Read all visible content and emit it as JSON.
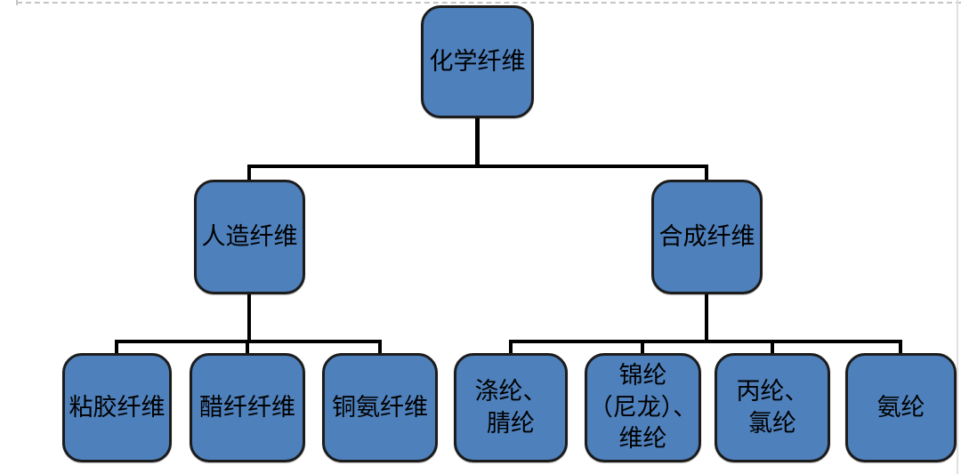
{
  "colors": {
    "node_fill": "#4e80bc",
    "node_border": "#1c1c1c",
    "connector": "#000000",
    "guide": "#c4c4c4",
    "page_edge": "#e0e0e0",
    "background": "#ffffff",
    "text": "#000000"
  },
  "nodes": {
    "root": {
      "label": "化学纤维"
    },
    "level2": [
      {
        "label": "人造纤维"
      },
      {
        "label": "合成纤维"
      }
    ],
    "level3": [
      {
        "label": "粘胶纤维"
      },
      {
        "label": "醋纤纤维"
      },
      {
        "label": "铜氨纤维"
      },
      {
        "label": "涤纶、\n腈纶"
      },
      {
        "label": "锦纶\n（尼龙）、\n维纶"
      },
      {
        "label": "丙纶、\n氯纶"
      },
      {
        "label": "氨纶"
      }
    ]
  },
  "hierarchy": {
    "root": "化学纤维",
    "children": [
      {
        "name": "人造纤维",
        "children": [
          "粘胶纤维",
          "醋纤纤维",
          "铜氨纤维"
        ]
      },
      {
        "name": "合成纤维",
        "children": [
          "涤纶、腈纶",
          "锦纶（尼龙）、维纶",
          "丙纶、氯纶",
          "氨纶"
        ]
      }
    ]
  }
}
